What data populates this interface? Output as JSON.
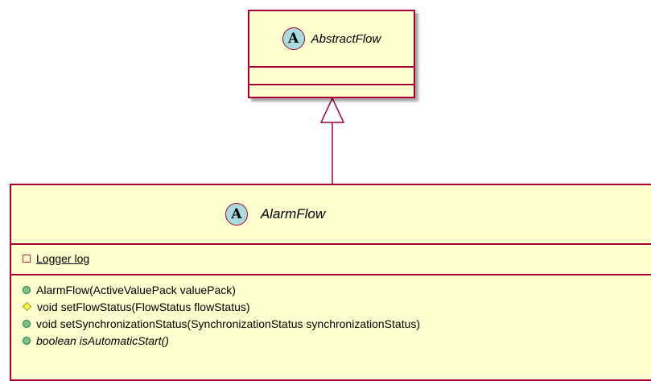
{
  "classes": {
    "abstract_flow": {
      "stereotype_letter": "A",
      "name": "AbstractFlow"
    },
    "alarm_flow": {
      "stereotype_letter": "A",
      "name": "AlarmFlow",
      "attributes": [
        {
          "visibility": "private",
          "text": "Logger log",
          "static": true
        }
      ],
      "methods": [
        {
          "visibility": "public",
          "text": "AlarmFlow(ActiveValuePack valuePack)",
          "abstract": false
        },
        {
          "visibility": "protected",
          "text": "void setFlowStatus(FlowStatus flowStatus)",
          "abstract": false
        },
        {
          "visibility": "public",
          "text": "void setSynchronizationStatus(SynchronizationStatus synchronizationStatus)",
          "abstract": false
        },
        {
          "visibility": "public",
          "text": "boolean isAutomaticStart()",
          "abstract": true
        }
      ]
    }
  },
  "relationship": {
    "type": "inheritance",
    "from": "AlarmFlow",
    "to": "AbstractFlow"
  },
  "colors": {
    "class_fill": "#fefece",
    "class_border": "#a80036",
    "badge_fill": "#a9dcdf",
    "public_marker": "#84be84",
    "private_marker": "#c82930",
    "protected_marker": "#ffff44"
  }
}
